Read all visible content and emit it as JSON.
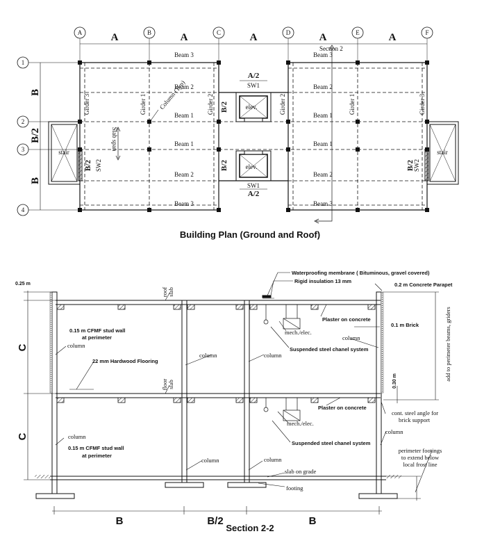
{
  "plan": {
    "caption": "Building Plan (Ground and Roof)",
    "grid_letters": [
      "A",
      "B",
      "C",
      "D",
      "E",
      "F"
    ],
    "grid_numbers": [
      "1",
      "2",
      "3",
      "4"
    ],
    "bay_labels": [
      "A",
      "A",
      "A",
      "A",
      "A"
    ],
    "row_labels": [
      "B",
      "B/2",
      "B"
    ],
    "beam_labels": [
      "Beam 3",
      "Beam 2",
      "Beam 1",
      "Beam 1",
      "Beam 2",
      "Beam 3"
    ],
    "girder_labels": [
      "Girder 3",
      "Girder 1",
      "Girder 2",
      "Girder 2",
      "Girder 1",
      "Girder 3"
    ],
    "column_note": "Column (Typ)",
    "slab_span": "Slab span",
    "section_mark": "Section 2",
    "sw1": "SW1",
    "sw2": "SW2",
    "a_half": "A/2",
    "b_half": "B/2",
    "elev": "elev.",
    "stair": "stair"
  },
  "section": {
    "caption": "Section 2-2",
    "dim_025": "0.25 m",
    "dim_030": "0.30 m",
    "dim_C": "C",
    "dim_B": "B",
    "dim_B2": "B/2",
    "roof_slab": [
      "roof",
      "slab"
    ],
    "floor_slab": [
      "floor",
      "slab"
    ],
    "waterproofing": "Waterproofing membrane ( Bituminous, gravel covered)",
    "rigid_insulation": "Rigid insulation 13 mm",
    "parapet": "0.2 m Concrete Parapet",
    "plaster": "Plaster on concrete",
    "brick": "0.1 m Brick",
    "add_perimeter": "add to perimeter beams, griders",
    "stud_wall": [
      "0.15 m CFMF stud wall",
      "at perimeter"
    ],
    "column": "column",
    "hardwood": "22 mm Hardwood Flooring",
    "mech": "mech./elec.",
    "suspended": "Suspended steel chanel system",
    "steel_angle": [
      "cont. steel angle for",
      "brick support"
    ],
    "footings_note": [
      "perimeter footings",
      "to extend below",
      "local frost line"
    ],
    "slab_on_grade": "slab on grade",
    "footing": "footing"
  }
}
